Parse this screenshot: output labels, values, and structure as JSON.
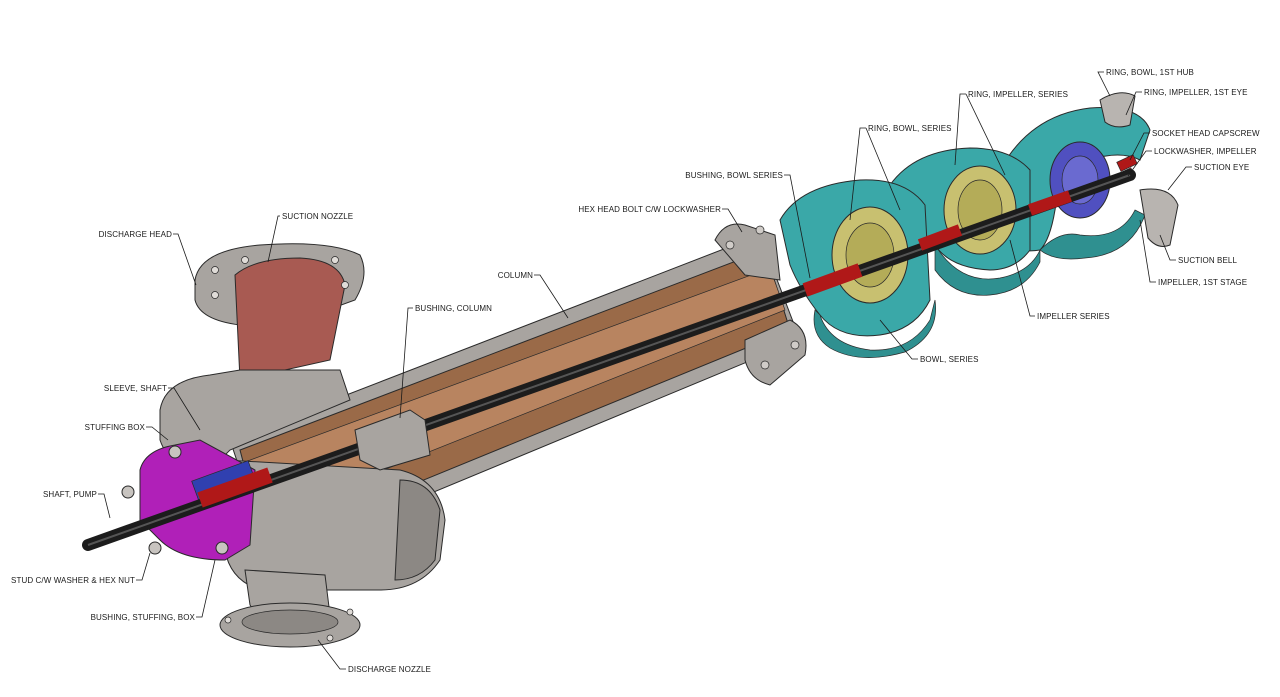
{
  "diagram": {
    "labels": {
      "discharge_head": "DISCHARGE HEAD",
      "suction_nozzle": "SUCTION NOZZLE",
      "column": "COLUMN",
      "bushing_column": "BUSHING, COLUMN",
      "sleeve_shaft": "SLEEVE, SHAFT",
      "stuffing_box": "STUFFING BOX",
      "shaft_pump": "SHAFT, PUMP",
      "stud": "STUD C/W WASHER & HEX NUT",
      "bushing_stuffing_box": "BUSHING, STUFFING, BOX",
      "discharge_nozzle": "DISCHARGE NOZZLE",
      "hex_head_bolt": "HEX HEAD BOLT C/W LOCKWASHER",
      "bushing_bowl_series": "BUSHING, BOWL SERIES",
      "ring_bowl_series": "RING, BOWL, SERIES",
      "ring_impeller_series": "RING, IMPELLER, SERIES",
      "ring_bowl_1st_hub": "RING, BOWL, 1ST HUB",
      "ring_impeller_1st_eye": "RING, IMPELLER, 1ST EYE",
      "socket_head_capscrew": "SOCKET HEAD CAPSCREW",
      "lockwasher_impeller": "LOCKWASHER, IMPELLER",
      "suction_eye": "SUCTION EYE",
      "suction_bell": "SUCTION BELL",
      "impeller_1st_stage": "IMPELLER, 1ST STAGE",
      "impeller_series": "IMPELLER SERIES",
      "bowl_series": "BOWL, SERIES"
    },
    "colors": {
      "steel": "#a8a4a0",
      "steel_dark": "#8c8884",
      "column_cavity": "#9a6a48",
      "nozzle_cavity": "#a85a52",
      "shaft": "#2a2a2a",
      "sleeve_red": "#b01818",
      "stuffing_box": "#b020b8",
      "bowl_teal": "#3aa8a8",
      "impeller_yellow": "#c8c070",
      "eye_blue": "#5050c0"
    }
  }
}
